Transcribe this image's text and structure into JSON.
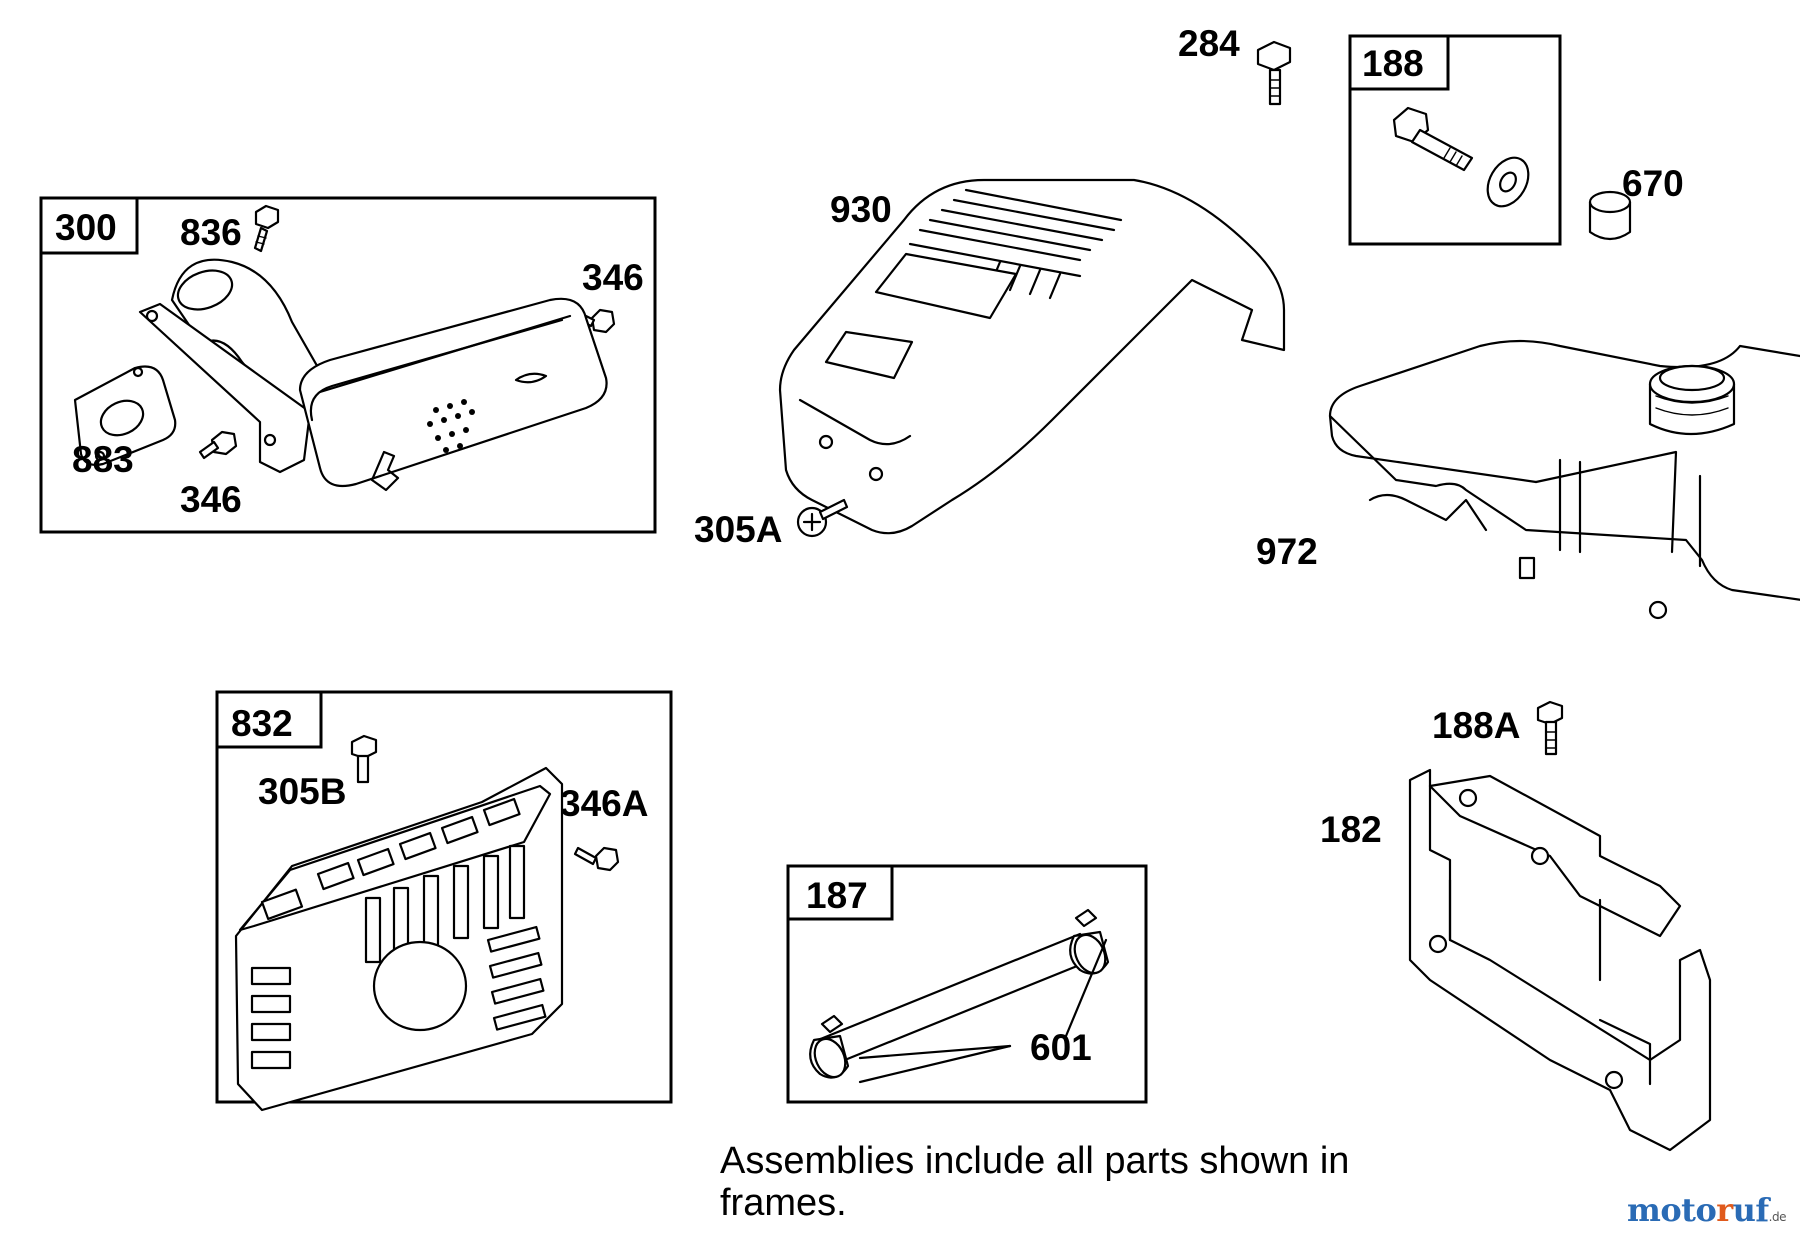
{
  "labels": {
    "n284": "284",
    "n188": "188",
    "n670": "670",
    "n930": "930",
    "n300": "300",
    "n836": "836",
    "n346_top": "346",
    "n883": "883",
    "n346_bottom": "346",
    "n305A": "305A",
    "n972": "972",
    "n832": "832",
    "n305B": "305B",
    "n346A": "346A",
    "n188A": "188A",
    "n182": "182",
    "n187": "187",
    "n601": "601"
  },
  "note": "Assemblies include all parts shown in frames.",
  "watermark": {
    "part1": "moto",
    "part2": "r",
    "part3": "uf",
    "tld": ".de"
  }
}
